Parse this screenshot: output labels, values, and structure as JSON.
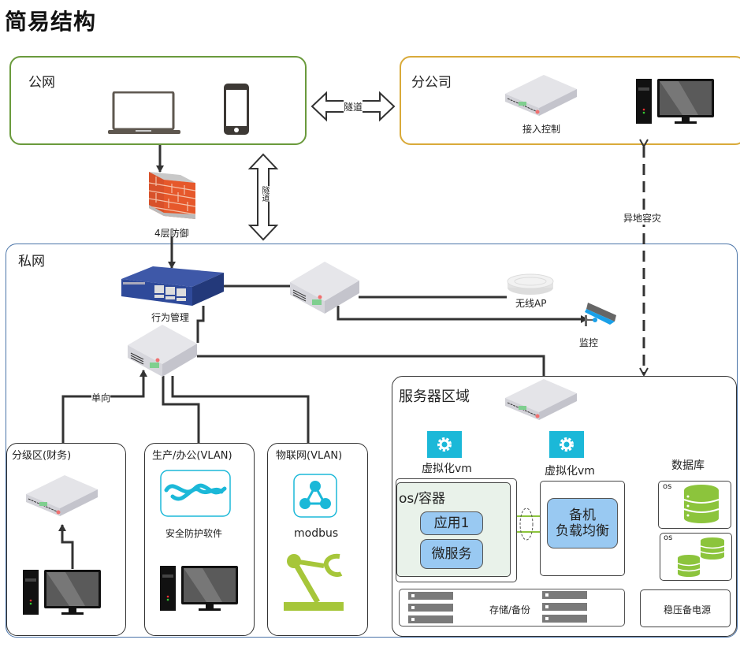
{
  "title": "简易结构",
  "zones": {
    "public_net": {
      "label": "公网",
      "border_color": "#6a9a3c"
    },
    "branch": {
      "label": "分公司",
      "border_color": "#d9aa3a",
      "device_label": "接入控制"
    },
    "private_net": {
      "label": "私网",
      "border_color": "#4a74a8"
    },
    "finance": {
      "label": "分级区(财务)"
    },
    "production": {
      "label": "生产/办公(VLAN)",
      "software_label": "安全防护软件"
    },
    "iot": {
      "label": "物联网(VLAN)",
      "protocol_label": "modbus"
    },
    "server_area": {
      "label": "服务器区域",
      "vm1_label": "虚拟化vm",
      "vm2_label": "虚拟化vm",
      "container_label": "os/容器",
      "app_label": "应用1",
      "microservice_label": "微服务",
      "standby_label_1": "备机",
      "standby_label_2": "负载均衡",
      "database_label": "数据库",
      "db_os_1": "os",
      "db_os_2": "os",
      "storage_label": "存储/备份",
      "power_label": "稳压备电源"
    }
  },
  "connections": {
    "tunnel_horizontal": "隧道",
    "tunnel_vertical": "隧道",
    "firewall_label": "4层防御",
    "behavior_mgmt_label": "行为管理",
    "wireless_ap_label": "无线AP",
    "monitor_label": "监控",
    "disaster_recovery_label": "异地容灾",
    "one_way_label": "单向"
  },
  "colors": {
    "accent_cyan": "#1bb8d8",
    "db_green": "#8cc43c",
    "robot_green": "#a6c63a",
    "pill_blue": "#99c9f2",
    "container_bg": "#e9f2ea",
    "switch_blue": "#2f4a9a",
    "firewall_red": "#e0552a"
  }
}
